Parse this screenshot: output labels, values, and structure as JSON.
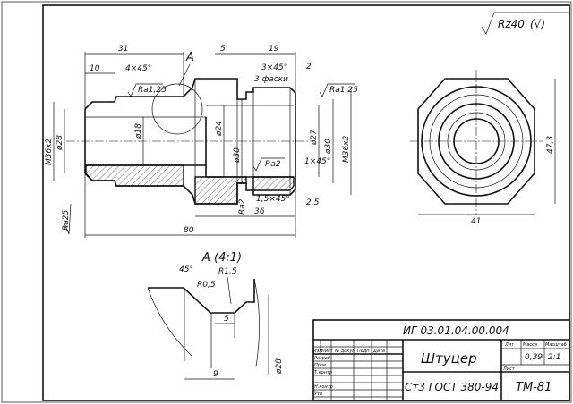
{
  "roughness": {
    "general": "Rz40",
    "bracket": "(√)"
  },
  "dims": {
    "d31": "31",
    "d10": "10",
    "d4x45": "4×45°",
    "section_view": "A",
    "d5": "5",
    "d19": "19",
    "d3x45": "3×45°",
    "d2": "2",
    "d3faski": "3 фаски",
    "ra125_left": "Ra1,25",
    "ra125_right": "Ra1,25",
    "m36_left": "M36x2",
    "m36_right": "M36x2",
    "d28": "ø28",
    "d18": "ø18",
    "d24": "ø24",
    "d30": "ø30",
    "d27": "ø27",
    "d30b": "ø30",
    "ra2": "Ra2",
    "d1x45": "1×45°",
    "ra2v": "Ra2",
    "d15x45": "1,5×45°",
    "d25": "2,5",
    "d36": "36",
    "d80": "80",
    "ra25": "Ra25",
    "d41": "41",
    "d473": "47,3"
  },
  "detail": {
    "title": "A (4:1)",
    "angle": "45°",
    "r05": "R0,5",
    "r15": "R1,5",
    "d5": "5",
    "d9": "9",
    "d28": "ø28"
  },
  "title_block": {
    "doc_code": "ИГ 03.01.04.00.004",
    "name": "Штуцер",
    "material": "Ст3  ГОСТ 380-94",
    "group": "ТМ-81",
    "headers": {
      "lit": "Лит",
      "mass": "Масса",
      "scale": "Масштаб"
    },
    "mass": "0,39",
    "scale": "2:1",
    "sheet": "Лист",
    "rows": {
      "izm": "Изм",
      "list": "Лист",
      "doc_no": "№ докум",
      "sign": "Подп",
      "date": "Дата",
      "razrab": "Разраб",
      "prov": "Пров",
      "tkontr": "Т.контр",
      "nkontr": "Н.контр",
      "utv": "Утв"
    }
  }
}
